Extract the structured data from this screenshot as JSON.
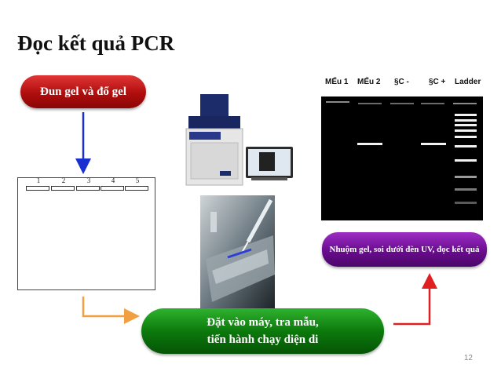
{
  "slide": {
    "title": "Đọc kết quả PCR",
    "page_number": "12"
  },
  "steps": {
    "step1": "Đun gel và đổ gel",
    "step2_line1": "Đặt vào máy, tra mẫu,",
    "step2_line2": "tiến hành chạy diện di",
    "step3": "Nhuộm gel, soi dưới đèn UV, đọc kết quả"
  },
  "gel_diagram": {
    "wells": [
      "1",
      "2",
      "3",
      "4",
      "5"
    ]
  },
  "gel_result": {
    "lanes": [
      "MẾu 1",
      "MẾu 2",
      "§C -",
      "§C +",
      "Ladder"
    ]
  },
  "colors": {
    "step1": "#c01010",
    "step2": "#0a7a0a",
    "step3": "#7a1aa0",
    "arrow_blue": "#1a2fd0",
    "arrow_orange": "#f0a040",
    "arrow_red": "#e02020"
  },
  "images": [
    "gel-documentation-system-image",
    "gel-loading-photo-image"
  ]
}
